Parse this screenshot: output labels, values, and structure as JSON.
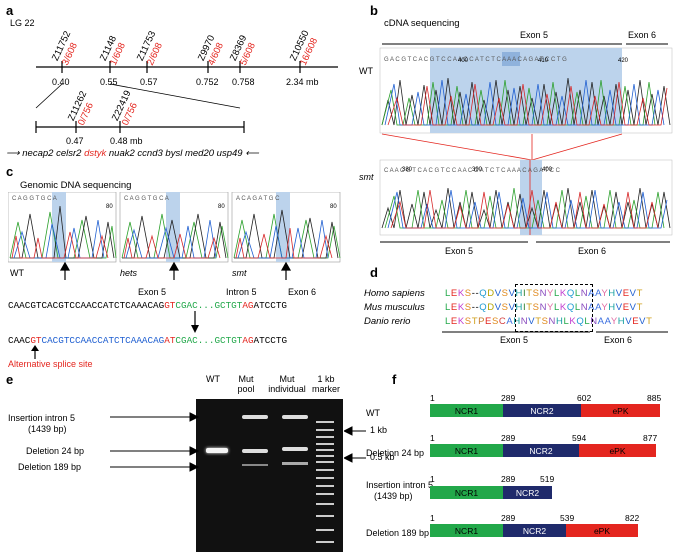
{
  "panels": {
    "a": "a",
    "b": "b",
    "c": "c",
    "d": "d",
    "e": "e",
    "f": "f"
  },
  "a": {
    "lg": "LG 22",
    "markers": [
      {
        "name": "Z11752",
        "ratio": "3/608"
      },
      {
        "name": "Z1148",
        "ratio": "1/608"
      },
      {
        "name": "Z11753",
        "ratio": "2/608"
      },
      {
        "name": "Z9970",
        "ratio": "4/608"
      },
      {
        "name": "Z8369",
        "ratio": "5/608"
      },
      {
        "name": "Z10550",
        "ratio": "16/608"
      }
    ],
    "positions": [
      "0.40",
      "0.55",
      "0.57",
      "0.752",
      "0.758",
      "2.34 mb"
    ],
    "sub_markers": [
      {
        "name": "Z11262",
        "ratio": "0/756"
      },
      {
        "name": "Z22419",
        "ratio": "0/756"
      }
    ],
    "sub_positions": [
      "0.47",
      "0.48 mb"
    ],
    "genes": [
      "necap2",
      "celsr2",
      "dstyk",
      "nuak2",
      "ccnd3",
      "bysl",
      "med20",
      "usp49"
    ]
  },
  "b": {
    "title": "cDNA sequencing",
    "exon5": "Exon 5",
    "exon6": "Exon 6",
    "wt": "WT",
    "smt": "smt",
    "ticks_top": [
      "400",
      "410",
      "420"
    ],
    "ticks_bottom": [
      "380",
      "390",
      "400"
    ],
    "bottom_exon5": "Exon 5",
    "bottom_exon6": "Exon 6"
  },
  "c": {
    "title": "Genomic DNA sequencing",
    "labels": [
      "WT",
      "hets",
      "smt"
    ],
    "exon5": "Exon 5",
    "intron5": "Intron 5",
    "exon6": "Exon 6",
    "seq1_black1": "CAACGTCACGTCCAACCATCTCAAACAG",
    "seq1_red1": "GT",
    "seq1_green": "CGAC...GCTGT",
    "seq1_red2": "AG",
    "seq1_black2": "ATCCTG",
    "seq2_black1": "CAAC",
    "seq2_red1": "GT",
    "seq2_blue": "CACGTCCAACCATCTCAAACAG",
    "seq2_red2": "AT",
    "seq2_green": "CGAC...GCTGT",
    "seq2_red3": "AG",
    "seq2_black2": "ATCCTG",
    "alt": "Alternative splice site"
  },
  "d": {
    "species": [
      "Homo sapiens",
      "Mus musculus",
      "Danio rerio"
    ],
    "rows": [
      "LEKS--QDVSVHITSNYLKQLNAAYHVEVT",
      "LEKS--QDVSVHITSNYLKQLNAAYHVEVT",
      "LEKSTPESCAHNVTSNHLKQLNAAYHVEVT"
    ],
    "exon5": "Exon 5",
    "exon6": "Exon 6"
  },
  "e": {
    "lanes": [
      "WT",
      "Mut\npool",
      "Mut\nindividual",
      "1 kb\nmarker"
    ],
    "left_labels": [
      "Insertion intron 5",
      "(1439 bp)",
      "Deletion 24 bp",
      "Deletion 189 bp"
    ],
    "right_labels": [
      "1 kb",
      "0.5 kb"
    ]
  },
  "f": {
    "rows": [
      {
        "label": "WT",
        "n1": "1",
        "n2": "289",
        "n3": "602",
        "n4": "885"
      },
      {
        "label": "Deletion 24 bp",
        "n1": "1",
        "n2": "289",
        "n3": "594",
        "n4": "877"
      },
      {
        "label": "Insertion intron 5",
        "label2": "(1439 bp)",
        "n1": "1",
        "n2": "289",
        "n3": "519"
      },
      {
        "label": "Deletion 189 bp",
        "n1": "1",
        "n2": "289",
        "n3": "539",
        "n4": "822"
      }
    ],
    "ncr1": "NCR1",
    "ncr2": "NCR2",
    "epk": "ePK"
  }
}
